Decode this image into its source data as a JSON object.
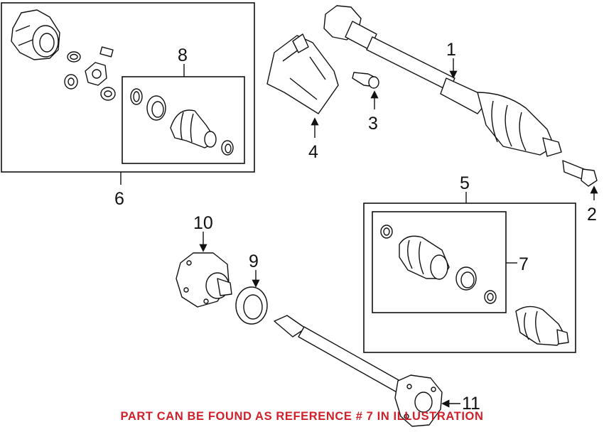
{
  "diagram": {
    "callouts": {
      "c1": "1",
      "c2": "2",
      "c3": "3",
      "c4": "4",
      "c5": "5",
      "c6": "6",
      "c7": "7",
      "c8": "8",
      "c9": "9",
      "c10": "10",
      "c11": "11"
    },
    "note": {
      "text": "PART CAN BE FOUND AS REFERENCE # 7 IN ILLUSTRATION",
      "color": "#d0202a"
    }
  }
}
